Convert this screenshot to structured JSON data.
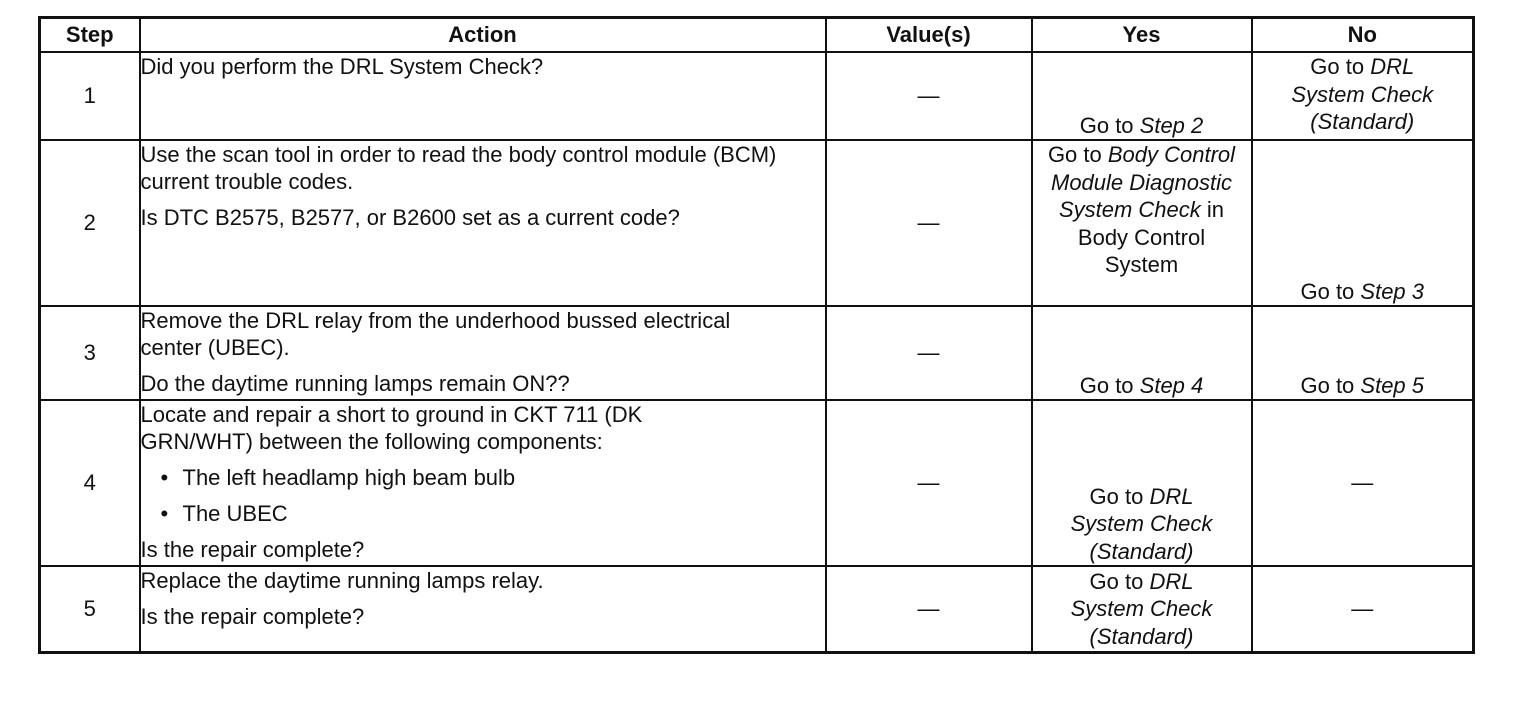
{
  "headers": {
    "step": "Step",
    "action": "Action",
    "value": "Value(s)",
    "yes": "Yes",
    "no": "No"
  },
  "rows": [
    {
      "step": "1",
      "action": [
        "Did you perform the DRL System Check?"
      ],
      "value": "—",
      "yes": {
        "prefix": "Go to ",
        "target": "Step 2",
        "suffix": ""
      },
      "no": {
        "prefix": "Go to ",
        "target": "DRL System Check (Standard)",
        "suffix": ""
      }
    },
    {
      "step": "2",
      "action": [
        "Use the scan tool in order to read the body control module (BCM) current trouble codes.",
        "Is DTC B2575, B2577, or B2600 set as a current code?"
      ],
      "value": "—",
      "yes": {
        "prefix": "Go to ",
        "target": "Body Control Module Diagnostic System Check",
        "suffix": " in Body Control System"
      },
      "no": {
        "prefix": "Go to ",
        "target": "Step 3",
        "suffix": ""
      }
    },
    {
      "step": "3",
      "action": [
        "Remove the DRL relay from the underhood bussed electrical center (UBEC).",
        "Do the daytime running lamps remain ON??"
      ],
      "value": "—",
      "yes": {
        "prefix": "Go to ",
        "target": "Step 4",
        "suffix": ""
      },
      "no": {
        "prefix": "Go to ",
        "target": "Step 5",
        "suffix": ""
      }
    },
    {
      "step": "4",
      "action_intro": "Locate and repair a short to ground in CKT 711 (DK GRN/WHT) between the following components:",
      "action_bullets": [
        "The left headlamp high beam bulb",
        "The UBEC"
      ],
      "action_question": "Is the repair complete?",
      "value": "—",
      "yes": {
        "prefix": "Go to ",
        "target": "DRL System Check (Standard)",
        "suffix": ""
      },
      "no_text": "—"
    },
    {
      "step": "5",
      "action": [
        "Replace the daytime running lamps relay.",
        "Is the repair complete?"
      ],
      "value": "—",
      "yes": {
        "prefix": "Go to ",
        "target": "DRL System Check (Standard)",
        "suffix": ""
      },
      "no_text": "—"
    }
  ]
}
